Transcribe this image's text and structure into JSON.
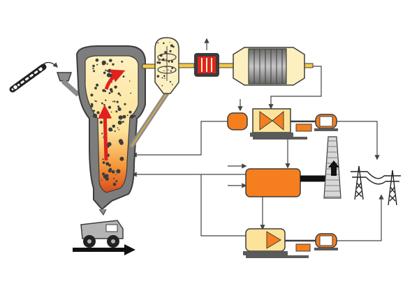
{
  "diagram": {
    "kind": "power-plant-process-schematic",
    "colors": {
      "outline": "#3c3c3c",
      "steel_gray": "#8c8c8c",
      "dark_gray": "#5a5a5a",
      "hot_orange": "#f57f1f",
      "cream": "#fdf0c0",
      "yellow": "#f5c84a",
      "red_arrow": "#e0231f",
      "line": "#444444",
      "truck_gray": "#b4b4b4",
      "ground_black": "#111111"
    },
    "components": [
      {
        "id": "coal-conveyor",
        "icon": "conveyor-belt-icon"
      },
      {
        "id": "feed-hopper",
        "icon": "hopper-icon"
      },
      {
        "id": "boiler-furnace",
        "icon": "furnace-icon"
      },
      {
        "id": "cyclone-separator",
        "icon": "cyclone-icon"
      },
      {
        "id": "air-heater",
        "icon": "heater-icon"
      },
      {
        "id": "bag-filter",
        "icon": "filter-drum-icon"
      },
      {
        "id": "steam-turbine-upper",
        "icon": "turbine-icon"
      },
      {
        "id": "generator-upper",
        "icon": "generator-icon"
      },
      {
        "id": "condenser",
        "icon": "condenser-icon"
      },
      {
        "id": "chimney-stack",
        "icon": "chimney-icon"
      },
      {
        "id": "steam-turbine-lower",
        "icon": "turbine-icon"
      },
      {
        "id": "generator-lower",
        "icon": "generator-icon"
      },
      {
        "id": "transmission-towers",
        "icon": "pylon-icon"
      },
      {
        "id": "ash-truck",
        "icon": "dump-truck-icon"
      }
    ]
  }
}
